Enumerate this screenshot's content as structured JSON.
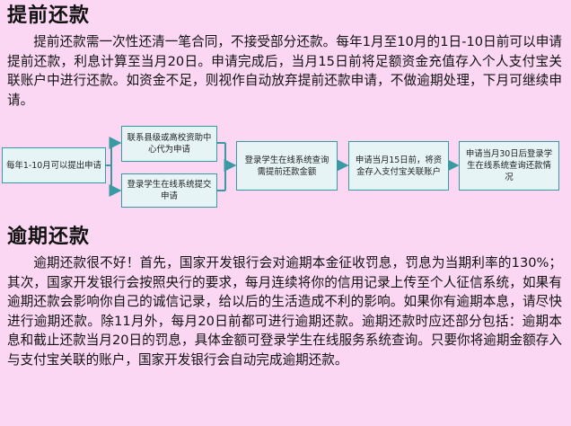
{
  "section1": {
    "title": "提前还款",
    "paragraph": "提前还款需一次性还清一笔合同，不接受部分还款。每年1月至10月的1日-10日前可以申请提前还款，利息计算至当月20日。申请完成后，当月15日前将足额资金充值存入个人支付宝关联账户中进行还款。如资金不足，则视作自动放弃提前还款申请，不做逾期处理，下月可继续申请。"
  },
  "flowchart": {
    "start": "每年1-10月可以提出申请",
    "branch_top": "联系县级或高校资助中心代为申请",
    "branch_bottom": "登录学生在线系统提交申请",
    "step3": "登录学生在线系统查询需提前还款金额",
    "step4": "申请当月15日前，将资金存入支付宝关联账户",
    "step5": "申请当月30日后登录学生在线系统查询还款情况"
  },
  "section2": {
    "title": "逾期还款",
    "paragraph": "逾期还款很不好！首先，国家开发银行会对逾期本金征收罚息，罚息为当期利率的130%；其次，国家开发银行会按照央行的要求，每月连续将你的信用记录上传至个人征信系统，如果有逾期还款会影响你自己的诚信记录，给以后的生活造成不利的影响。如果你有逾期本息，请尽快进行逾期还款。除11月外，每月20日前都可进行逾期还款。逾期还款时应还部分包括：逾期本息和截止还款当月20日的罚息，具体金额可登录学生在线服务系统查询。只要你将逾期金额存入与支付宝关联的账户，国家开发银行会自动完成逾期还款。"
  },
  "colors": {
    "background": "#fbd7f4",
    "box_fill": "#e6f4f6",
    "box_border": "#3a9aa2"
  }
}
